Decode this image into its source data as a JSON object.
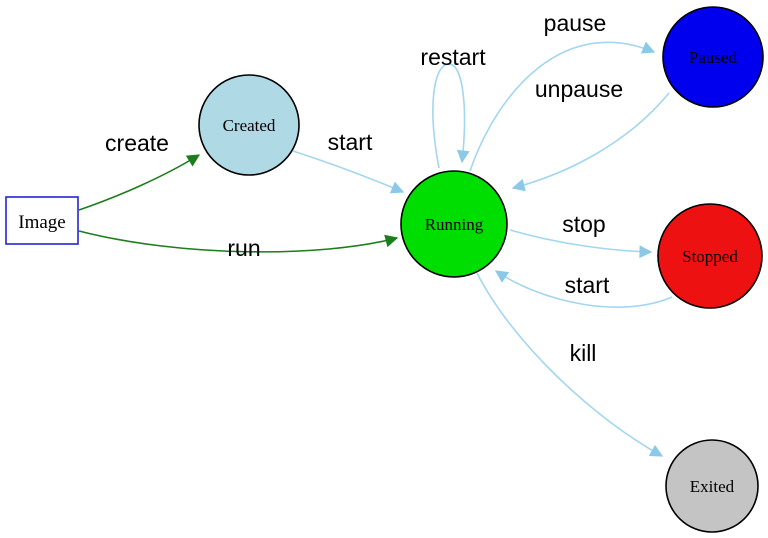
{
  "diagram": {
    "nodes": {
      "image": {
        "label": "Image",
        "fill": "#ffffff",
        "border": "#2424d8"
      },
      "created": {
        "label": "Created",
        "fill": "#b0d9e6",
        "border": "#000000"
      },
      "running": {
        "label": "Running",
        "fill": "#00dd00",
        "border": "#000000"
      },
      "paused": {
        "label": "Paused",
        "fill": "#0000ee",
        "border": "#000000"
      },
      "stopped": {
        "label": "Stopped",
        "fill": "#ee1111",
        "border": "#000000"
      },
      "exited": {
        "label": "Exited",
        "fill": "#c4c4c4",
        "border": "#000000"
      }
    },
    "edges": {
      "create": {
        "label": "create",
        "from": "Image",
        "to": "Created"
      },
      "run": {
        "label": "run",
        "from": "Image",
        "to": "Running"
      },
      "start_created": {
        "label": "start",
        "from": "Created",
        "to": "Running"
      },
      "restart": {
        "label": "restart",
        "from": "Running",
        "to": "Running"
      },
      "pause": {
        "label": "pause",
        "from": "Running",
        "to": "Paused"
      },
      "unpause": {
        "label": "unpause",
        "from": "Paused",
        "to": "Running"
      },
      "stop": {
        "label": "stop",
        "from": "Running",
        "to": "Stopped"
      },
      "start_stopped": {
        "label": "start",
        "from": "Stopped",
        "to": "Running"
      },
      "kill": {
        "label": "kill",
        "from": "Running",
        "to": "Exited"
      }
    },
    "colors": {
      "edge_blue": "#a3d6ef",
      "edge_blue_arrow": "#8cc8e8",
      "edge_green": "#1a7e1a",
      "background": "#ffffff"
    }
  }
}
